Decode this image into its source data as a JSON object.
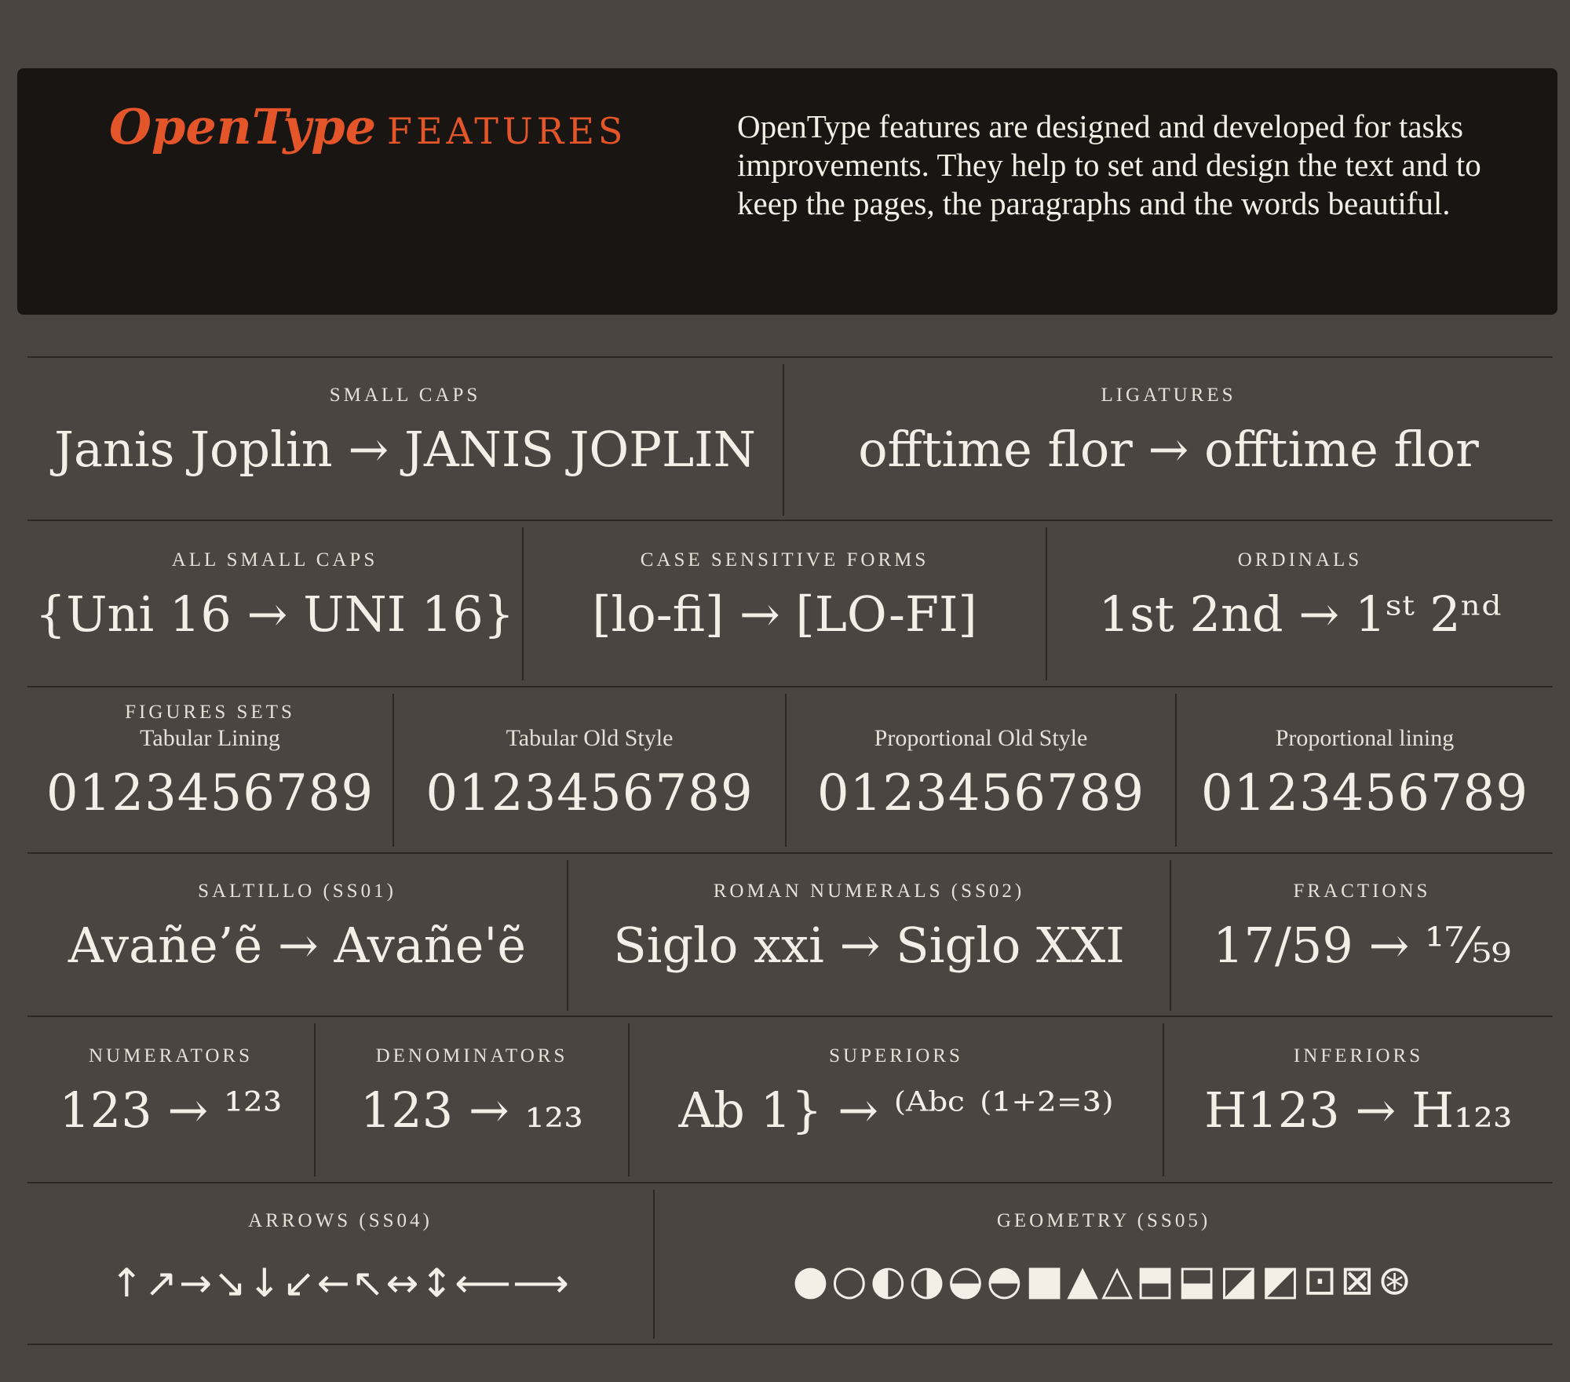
{
  "header": {
    "title_main": "OpenType",
    "title_sc": "FEATURES",
    "intro": "OpenType features are designed and developed for tasks improvements. They help to set and design the text and to keep the pages, the paragraphs and the words beautiful."
  },
  "rows": [
    [
      {
        "label": "Small caps",
        "sample": "Janis Joplin → JANIS JOPLIN"
      },
      {
        "label": "Ligatures",
        "sample": "offtime flor → offtime flor"
      }
    ],
    [
      {
        "label": "All Small caps",
        "sample": "{Uni 16 → UNI 16}"
      },
      {
        "label": "Case sensitive forms",
        "sample": "[lo-fi] → [LO-FI]"
      },
      {
        "label": "Ordinals",
        "sample": "1st 2nd → 1ˢᵗ 2ⁿᵈ"
      }
    ],
    [
      {
        "label": "Figures sets",
        "sublabel": "Tabular Lining",
        "sample": "0123456789"
      },
      {
        "label": "",
        "sublabel": "Tabular Old Style",
        "sample": "0123456789"
      },
      {
        "label": "",
        "sublabel": "Proportional Old Style",
        "sample": "0123456789"
      },
      {
        "label": "",
        "sublabel": "Proportional lining",
        "sample": "0123456789"
      }
    ],
    [
      {
        "label": "Saltillo (ss01)",
        "sample": "Avañe’ẽ → Avañeꞌẽ"
      },
      {
        "label": "Roman numerals (ss02)",
        "sample": "Siglo xxi → Siglo XXI"
      },
      {
        "label": "Fractions",
        "sample": "17/59 → ¹⁷⁄₅₉"
      }
    ],
    [
      {
        "label": "Numerators",
        "sample": "123 → ¹²³"
      },
      {
        "label": "Denominators",
        "sample": "123 → ₁₂₃"
      },
      {
        "label": "Superiors",
        "sample": "Ab 1} → ⁽ᴬᵇᶜ ⁽¹⁺²⁼³⁾"
      },
      {
        "label": "Inferiors",
        "sample": "H123 → H₁₂₃"
      }
    ],
    [
      {
        "label": "Arrows (ss04)",
        "sample": "↑↗→↘↓↙←↖↔↕⟵⟶"
      },
      {
        "label": "Geometry (ss05)",
        "sample": "●○◐◑◒◓■▲△⬒⬓◪◩⊡⊠⊛"
      }
    ]
  ]
}
